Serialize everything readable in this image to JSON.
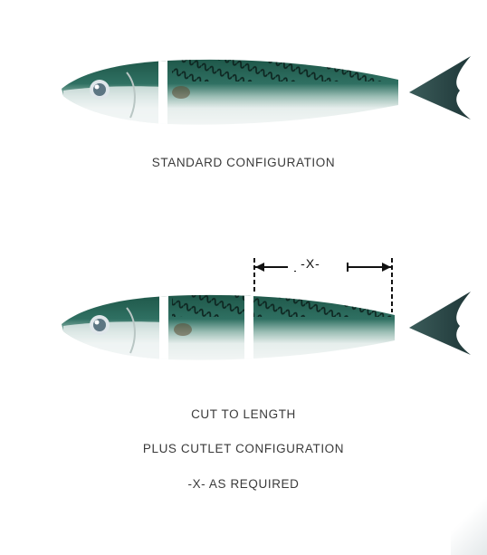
{
  "captions": {
    "standard": "STANDARD CONFIGURATION",
    "cut_line1": "CUT TO LENGTH",
    "cut_line2": "PLUS CUTLET CONFIGURATION",
    "cut_line3": "-X- AS REQUIRED"
  },
  "dimension": {
    "label": "-X-"
  },
  "colors": {
    "fish_back": "#1e5a4c",
    "fish_mid": "#6fa293",
    "fish_belly": "#eef2f2",
    "stripe": "#0b1f1b",
    "eye": "#5d7683",
    "tail": "#2f4b4c",
    "cut_gap": "#ffffff"
  },
  "diagrams": [
    {
      "name": "standard",
      "pieces": [
        "head",
        "body",
        "tail"
      ]
    },
    {
      "name": "cut-to-length",
      "pieces": [
        "head",
        "cutlet",
        "body-x",
        "tail"
      ]
    }
  ]
}
